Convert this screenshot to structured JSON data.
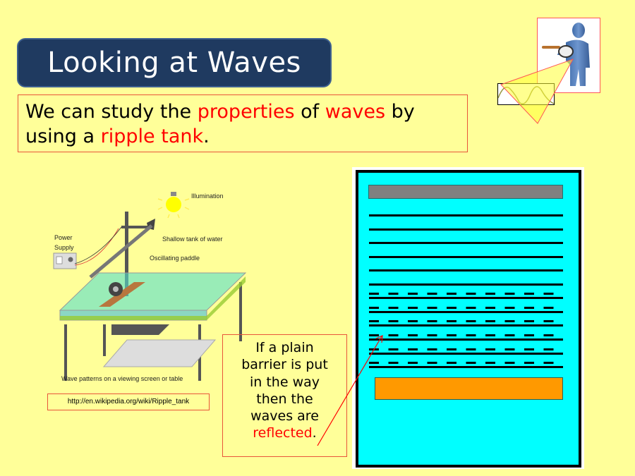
{
  "slide": {
    "title": "Looking at Waves",
    "background_color": "#FFFF99",
    "accent_color": "#FF0000",
    "title_bg_color": "#1F3A60"
  },
  "intro": {
    "part1": "We can study the ",
    "highlight1": "properties",
    "part2": " of ",
    "highlight2": "waves",
    "part3": " by using a ",
    "highlight3": "ripple tank",
    "part4": "."
  },
  "corner_graphic": {
    "icon": "person-with-magnifier-icon",
    "inset": "sine-wave-icon"
  },
  "apparatus_diagram": {
    "labels": {
      "illumination": "Illumination",
      "power_supply_line1": "Power",
      "power_supply_line2": "Supply",
      "shallow_tank": "Shallow tank of water",
      "oscillating_paddle": "Oscillating paddle",
      "wave_patterns": "Wave patterns on a viewing screen or table"
    },
    "source_link": "http://en.wikipedia.org/wiki/Ripple_tank"
  },
  "caption": {
    "line1": "If a plain",
    "line2": "barrier is put",
    "line3": "in the way",
    "line4": "then the",
    "line5": "waves are",
    "highlight": "reflected",
    "end": "."
  },
  "tank_diagram": {
    "water_color": "#00FFFF",
    "paddle_color": "#808080",
    "barrier_color": "#FF9900",
    "incident_wavefronts": 6,
    "reflected_wavefronts": 6
  }
}
